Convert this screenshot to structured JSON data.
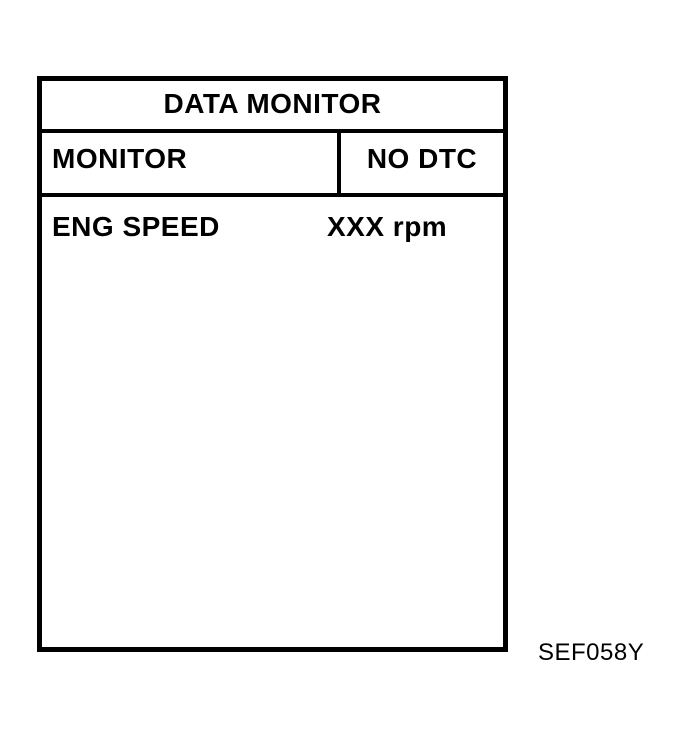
{
  "screen": {
    "title": "DATA MONITOR",
    "status_bar": {
      "monitor_label": "MONITOR",
      "dtc_status": "NO DTC"
    },
    "rows": [
      {
        "name": "ENG SPEED",
        "value": "XXX rpm"
      }
    ]
  },
  "figure": {
    "code": "SEF058Y"
  },
  "colors": {
    "foreground": "#000000",
    "background": "#ffffff"
  }
}
